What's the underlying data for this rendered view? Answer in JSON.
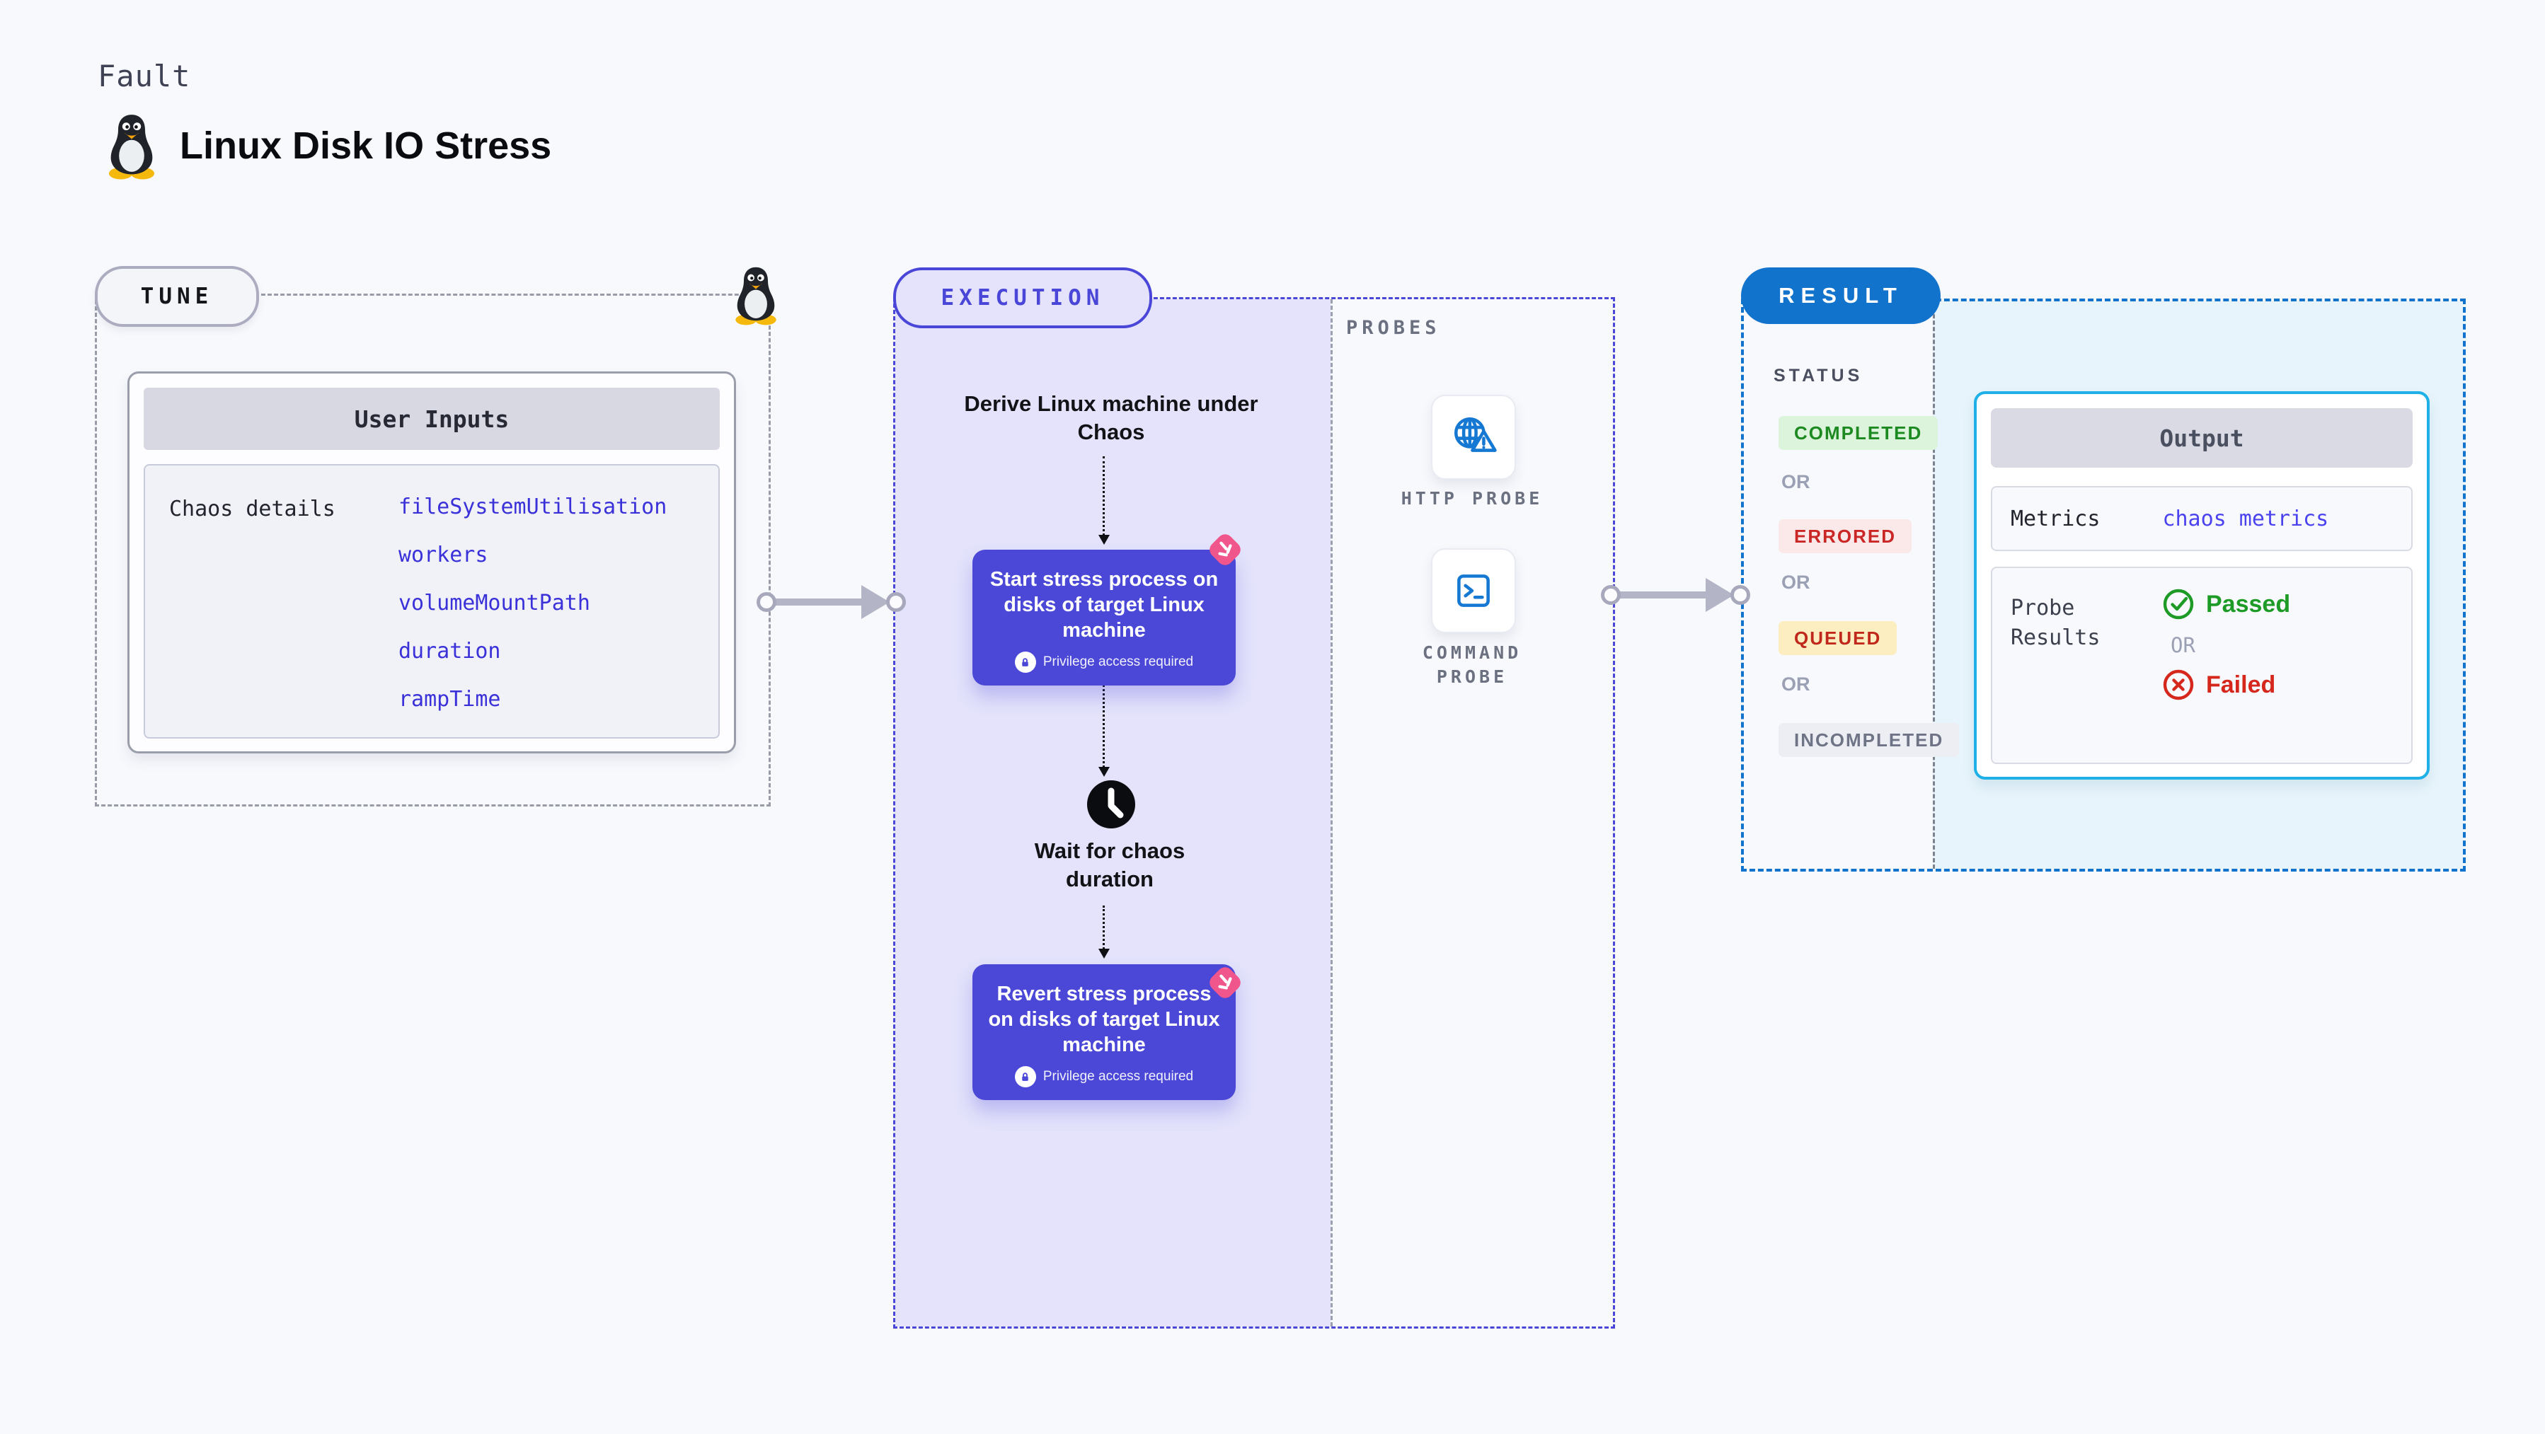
{
  "header": {
    "kicker": "Fault",
    "title": "Linux Disk IO Stress",
    "icon": "tux-penguin-icon"
  },
  "tune": {
    "badge": "TUNE",
    "user_inputs": {
      "title": "User Inputs",
      "row_label": "Chaos details",
      "values": [
        "fileSystemUtilisation",
        "workers",
        "volumeMountPath",
        "duration",
        "rampTime"
      ]
    }
  },
  "execution": {
    "badge": "EXECUTION",
    "step_derive": "Derive Linux machine under Chaos",
    "step_start": "Start stress process on disks of target Linux machine",
    "step_wait": "Wait for chaos duration",
    "step_revert": "Revert stress process on disks of target Linux machine",
    "privilege_note": "Privilege access required",
    "probes": {
      "title": "PROBES",
      "items": [
        {
          "label": "HTTP PROBE",
          "icon": "globe-warning-icon"
        },
        {
          "label": "COMMAND PROBE",
          "icon": "terminal-icon"
        }
      ]
    }
  },
  "result": {
    "badge": "RESULT",
    "status_title": "STATUS",
    "or_label": "OR",
    "statuses": [
      {
        "label": "COMPLETED",
        "bg": "#DCF3DC",
        "color": "#1D8A21"
      },
      {
        "label": "ERRORED",
        "bg": "#FBE9E9",
        "color": "#CB2626"
      },
      {
        "label": "QUEUED",
        "bg": "#FDEEC2",
        "color": "#C0281B"
      },
      {
        "label": "INCOMPLETED",
        "bg": "#ECEEF4",
        "color": "#6E7486"
      }
    ],
    "output": {
      "title": "Output",
      "metrics_label": "Metrics",
      "metrics_value": "chaos metrics",
      "probe_results_label": "Probe Results",
      "passed": "Passed",
      "or_label": "OR",
      "failed": "Failed"
    }
  },
  "colors": {
    "page_bg": "#F8F9FD",
    "indigo_accent": "#4B48D8",
    "lavender_bg": "#E4E3FB",
    "blue_result": "#1273CD",
    "cyan_output_border": "#1FB0E8",
    "cyan_bg": "#E8F4FB",
    "pink_badge": "#F0558C",
    "link_blue": "#3A31D9",
    "probe_icon_blue": "#1578D2",
    "green_pass": "#1E9B27",
    "red_fail": "#D5271C",
    "connector_gray": "#B3B4C6"
  }
}
